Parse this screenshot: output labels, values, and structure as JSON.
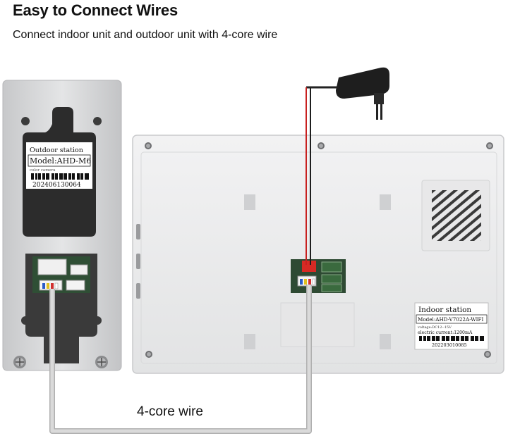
{
  "header": {
    "title": "Easy to Connect Wires",
    "subtitle": "Connect indoor unit and outdoor unit with 4-core wire"
  },
  "outdoor_unit": {
    "label_title": "Outdoor station",
    "label_model": "Model:AHD-M6",
    "label_sub": "color camera",
    "serial": "202406130064"
  },
  "indoor_unit": {
    "label_title": "Indoor station",
    "label_model": "Model:AHD-V7022A-WIFI",
    "voltage": "voltage:DC12--15V",
    "current": "electric current:1200mA",
    "serial": "202203010085"
  },
  "wire": {
    "label": "4-core wire"
  },
  "colors": {
    "panel_gray": "#d9dadb",
    "indoor_white": "#ededee",
    "wire_gray": "#cfcfcf",
    "power_red": "#c8201f"
  }
}
